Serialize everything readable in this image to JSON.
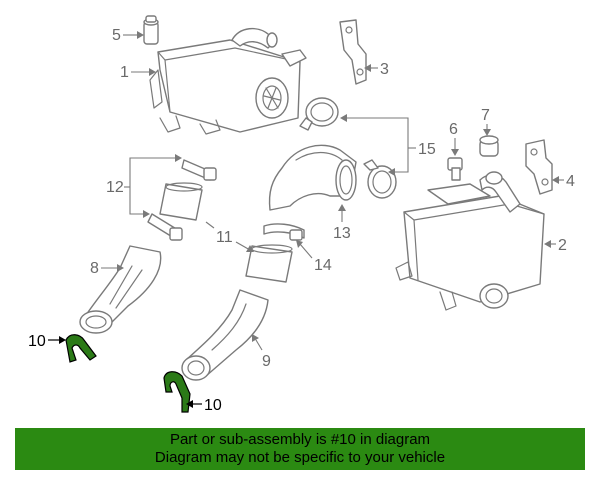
{
  "callouts": {
    "c1": "1",
    "c2": "2",
    "c3": "3",
    "c4": "4",
    "c5": "5",
    "c6": "6",
    "c7": "7",
    "c8": "8",
    "c9": "9",
    "c10a": "10",
    "c10b": "10",
    "c11": "11",
    "c12": "12",
    "c13": "13",
    "c14": "14",
    "c15": "15"
  },
  "banner": {
    "line1": "Part or sub-assembly is #10 in diagram",
    "line2": "Diagram may not be specific to your vehicle"
  },
  "colors": {
    "highlight": "#2b8a12",
    "line": "#7a7a7a"
  }
}
